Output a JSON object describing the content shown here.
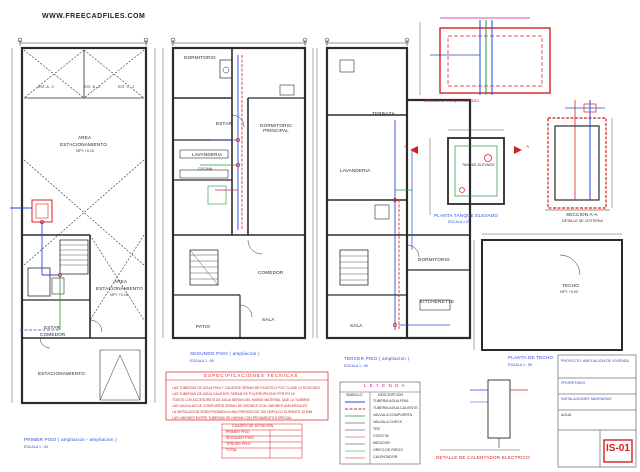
{
  "site": "WWW.FREECADFILES.COM",
  "colors": {
    "line": "#2b2b2b",
    "water": "#2a4ad8",
    "hot": "#d42020",
    "green": "#1a9a3a",
    "magenta": "#c0208a"
  },
  "plan1": {
    "rooms": {
      "est_a": "EST. A - 2",
      "est_b": "EST. B - 2",
      "est_c": "EST. C - 2",
      "area_top": "AREA",
      "estac_top": "ESTACIONAMIENTO",
      "npt_top": "NPT: +0.15",
      "area_mid": "AREA",
      "estac_mid": "ESTACIONAMIENTO",
      "npt_mid": "NPT: +0.15",
      "estar": "ESTAR",
      "comedor": "COMEDOR",
      "estacionamiento": "ESTACIONAMIENTO"
    },
    "title": "PRIMER PISO ( ampliacion - ampliacion )",
    "scale": "ESCALA  1 : 50"
  },
  "plan2": {
    "rooms": {
      "dormitorio": "DORMITORIO",
      "estar": "ESTAR",
      "dorm_principal": "DORMITORIO PRINCIPAL",
      "lavanderia": "LAVANDERIA",
      "cocina": "COCINA",
      "comedor": "COMEDOR",
      "patio": "PATIO",
      "sala": "SALA"
    },
    "title": "SEGUNDO PISO ( ampliacion )",
    "scale": "ESCALA  1 : 50"
  },
  "plan3": {
    "rooms": {
      "terraza": "TERRAZA",
      "lavanderia": "LAVANDERIA",
      "dormitorio": "DORMITORIO",
      "kitchenette": "KITCHENETTE",
      "sala": "SALA"
    },
    "title": "TERCER PISO ( ampliacion )",
    "scale": "ESCALA  1 : 50"
  },
  "plan4": {
    "techo": "TECHO",
    "techo_npt": "NPT: +9.00",
    "title": "PLANTA DE TECHO",
    "scale": "ESCALA  1 : 50"
  },
  "details": {
    "tank_label": "TANQUE ELEVADO",
    "tank_plan": "PLANTA TANQUE ELEVADO",
    "tank_plan_scale": "ESCALA 1:20",
    "tank_section": "DETALLE DE TANQUE ELEVADO",
    "section_aa": "SECCION A-A",
    "section_aa_sub": "DETALLE DE CISTERNA",
    "mark_a": "A",
    "heater": "DETALLE DE CALENTADOR ELECTRICO"
  },
  "specs": {
    "title": "ESPECIFICACIONES TECNICAS",
    "lines": [
      "LAS TUBERIAS DE AGUA FRIA Y CALIENTE SERAN DE PLASTICO PVC CLASE 10 ROSCADO",
      "LAS TUBERIAS DE AGUA CALIENTE SERAN DE POLIPROPILENO PPR PN 16",
      "TODOS LOS ACCESORIOS DE AGUA SERAN DEL MISMO MATERIAL QUE LA TUBERIA",
      "LAS VALVULAS DE COMPUERTA SERAN DE BRONCE CON UNIONES UNIVERSALES",
      "LA INSTALACION SERA PROBADA A UNA PRESION DE 100 LB/PULG2 DURANTE 15 MIN",
      "LAS UNIONES ENTRE TUBERIAS SE HARAN CON PEGAMENTO ESPECIAL"
    ]
  },
  "legend": {
    "title": "L E Y E N D A",
    "col_symbol": "SIMBOLO",
    "col_desc": "DESCRIPCION",
    "items": [
      "TUBERIA AGUA FRIA",
      "TUBERIA AGUA CALIENTE",
      "VALVULA COMPUERTA",
      "VALVULA CHECK",
      "TEE",
      "CODO 90",
      "MEDIDOR",
      "GRIFO DE RIEGO",
      "CALENTADOR"
    ]
  },
  "supply": {
    "title": "CUADRO DE DOTACION",
    "rows": [
      "PRIMER PISO",
      "SEGUNDO PISO",
      "TERCER PISO",
      "TOTAL"
    ]
  },
  "titleblock": {
    "project": "PROYECTO: AMPLIACION DE VIVIENDA",
    "owner": "PROPIETARIO",
    "specialty": "INSTALACIONES SANITARIAS",
    "plan_name": "AGUA",
    "sheet": "IS-01"
  }
}
